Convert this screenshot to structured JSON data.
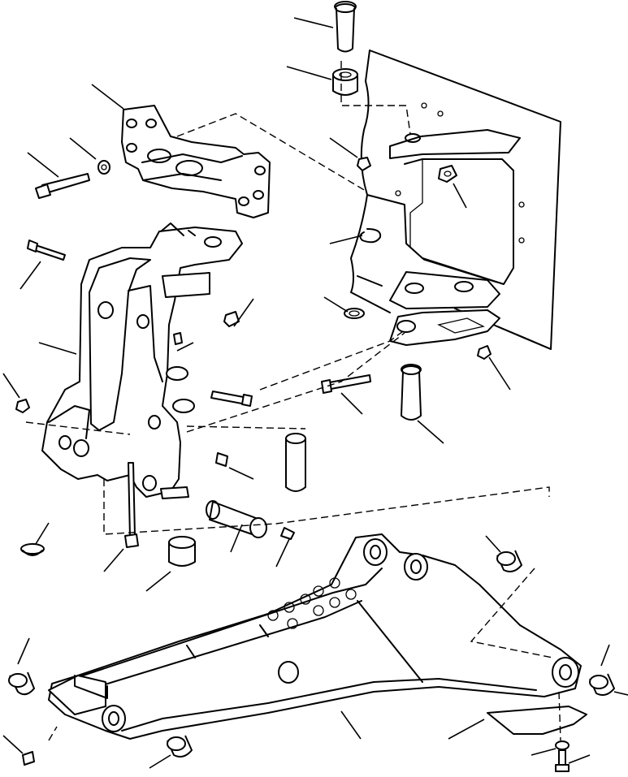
{
  "diagram": {
    "kind": "exploded-parts-illustration",
    "callout_labels": [],
    "components": [
      "hinge-pin-top",
      "bushing-top",
      "mounting-bracket-upper",
      "bolt-long",
      "washer",
      "frame-plate",
      "nut",
      "snap-ring",
      "lock-washer",
      "bolt-pin-lower",
      "pin-lower",
      "swing-bracket",
      "bolt-left",
      "nut-left",
      "pin-sleeve",
      "bolt-bracket-side",
      "grease-fitting",
      "pivot-pin",
      "plug-cap",
      "bushing-bottom",
      "boom-arm",
      "bushing-arm-left",
      "bushing-arm-right",
      "guard-plate",
      "bolt-guard",
      "grease-fitting-arm"
    ]
  }
}
